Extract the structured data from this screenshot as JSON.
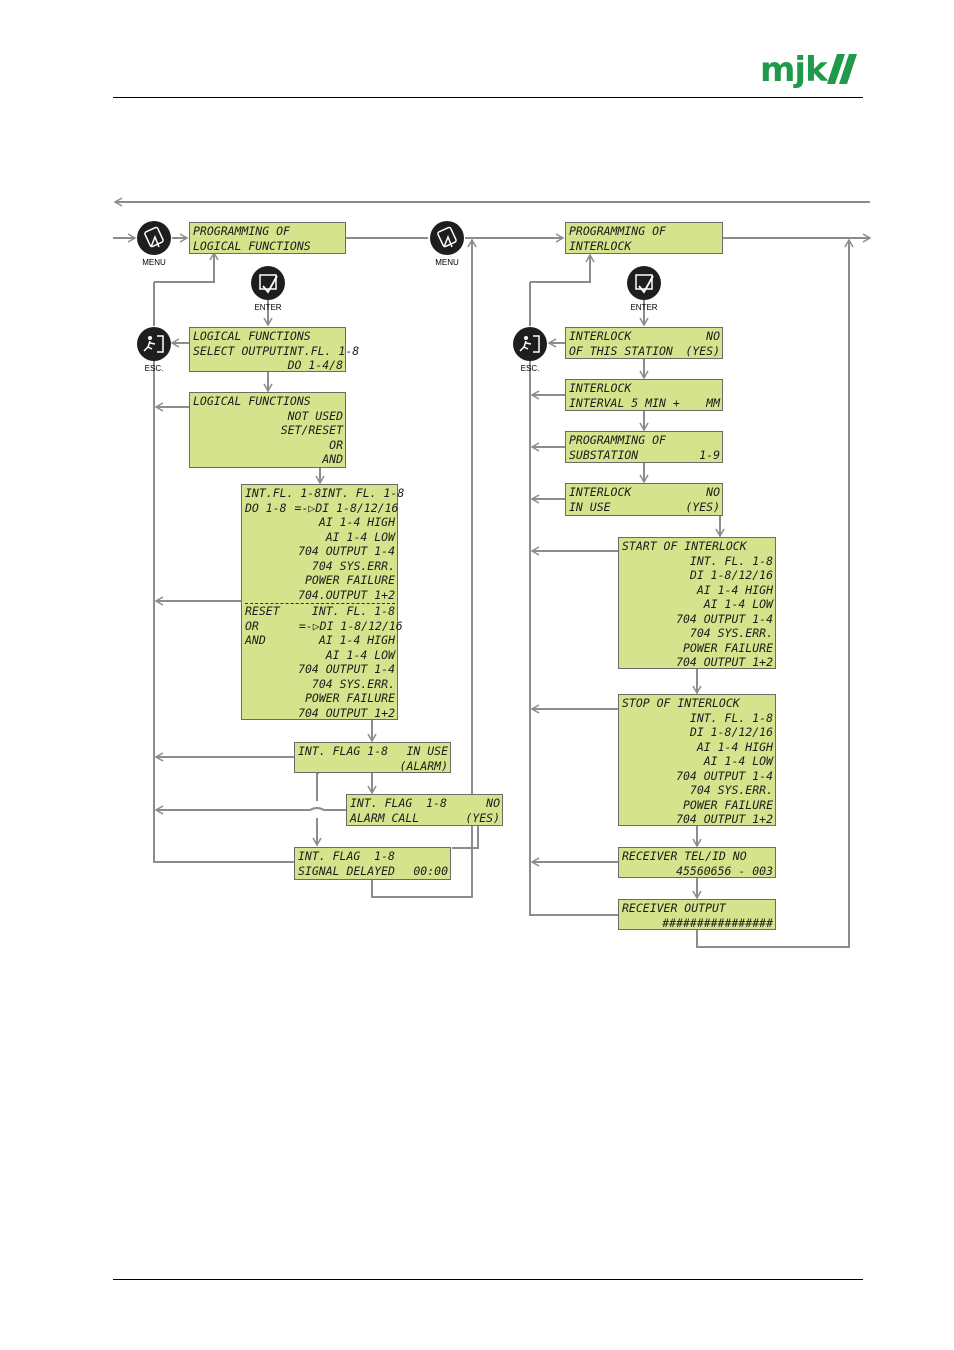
{
  "colors": {
    "lcd": "#d5e38c",
    "line": "#8c8c8c",
    "logo": "#1f9a4a"
  },
  "logo": {
    "text": "mjk"
  },
  "keys": {
    "menu": "MENU",
    "enter": "ENTER",
    "esc": "ESC."
  },
  "left": {
    "prog": [
      "PROGRAMMING OF",
      "LOGICAL FUNCTIONS"
    ],
    "select": {
      "l1": "LOGICAL FUNCTIONS",
      "l2a": "SELECT OUTPUT",
      "l2b": "INT.FL. 1-8",
      "l3": "DO 1-4/8"
    },
    "func": {
      "l1": "LOGICAL FUNCTIONS",
      "o1": "NOT USED",
      "o2": "SET/RESET",
      "o3": "OR",
      "o4": "AND"
    },
    "big": {
      "top_a": "INT.FL. 1-8",
      "top_b": "DO 1-8",
      "arrow": "=-▷",
      "bottom_a": "RESET",
      "bottom_b": "OR",
      "bottom_c": "AND",
      "items": [
        "INT. FL. 1-8",
        "DI 1-8/12/16",
        "AI 1-4 HIGH",
        "AI 1-4 LOW",
        "704 OUTPUT 1-4",
        "704 SYS.ERR.",
        "POWER FAILURE"
      ],
      "last_top": "704.OUTPUT 1+2",
      "last_bottom": "704 OUTPUT 1+2"
    },
    "inuse": {
      "a": "INT. FLAG 1-8",
      "b": "IN USE",
      "c": "(ALARM)"
    },
    "alarm": {
      "a": "INT. FLAG  1-8",
      "b": "NO",
      "c": "ALARM CALL",
      "d": "(YES)"
    },
    "delay": {
      "a": "INT. FLAG  1-8",
      "b": "SIGNAL DELAYED",
      "c": "00:00"
    }
  },
  "right": {
    "prog": [
      "PROGRAMMING OF",
      "INTERLOCK"
    ],
    "station": {
      "a": "INTERLOCK",
      "b": "NO",
      "c": "OF THIS STATION",
      "d": "(YES)"
    },
    "interval": {
      "a": "INTERLOCK",
      "b": "INTERVAL 5 MIN +",
      "c": "MM"
    },
    "substation": {
      "a": "PROGRAMMING OF",
      "b": "SUBSTATION",
      "c": "1-9"
    },
    "inuse": {
      "a": "INTERLOCK",
      "b": "NO",
      "c": "IN USE",
      "d": "(YES)"
    },
    "start": {
      "title": "START OF INTERLOCK"
    },
    "stop": {
      "title": "STOP OF INTERLOCK"
    },
    "items": [
      "INT. FL. 1-8",
      "DI 1-8/12/16",
      "AI 1-4 HIGH",
      "AI 1-4 LOW",
      "704 OUTPUT 1-4",
      "704 SYS.ERR.",
      "POWER FAILURE",
      "704 OUTPUT 1+2"
    ],
    "receiver": {
      "a": "RECEIVER TEL/ID NO",
      "b": "45560656 - 003"
    },
    "output": {
      "a": "RECEIVER OUTPUT",
      "b": "################"
    }
  }
}
